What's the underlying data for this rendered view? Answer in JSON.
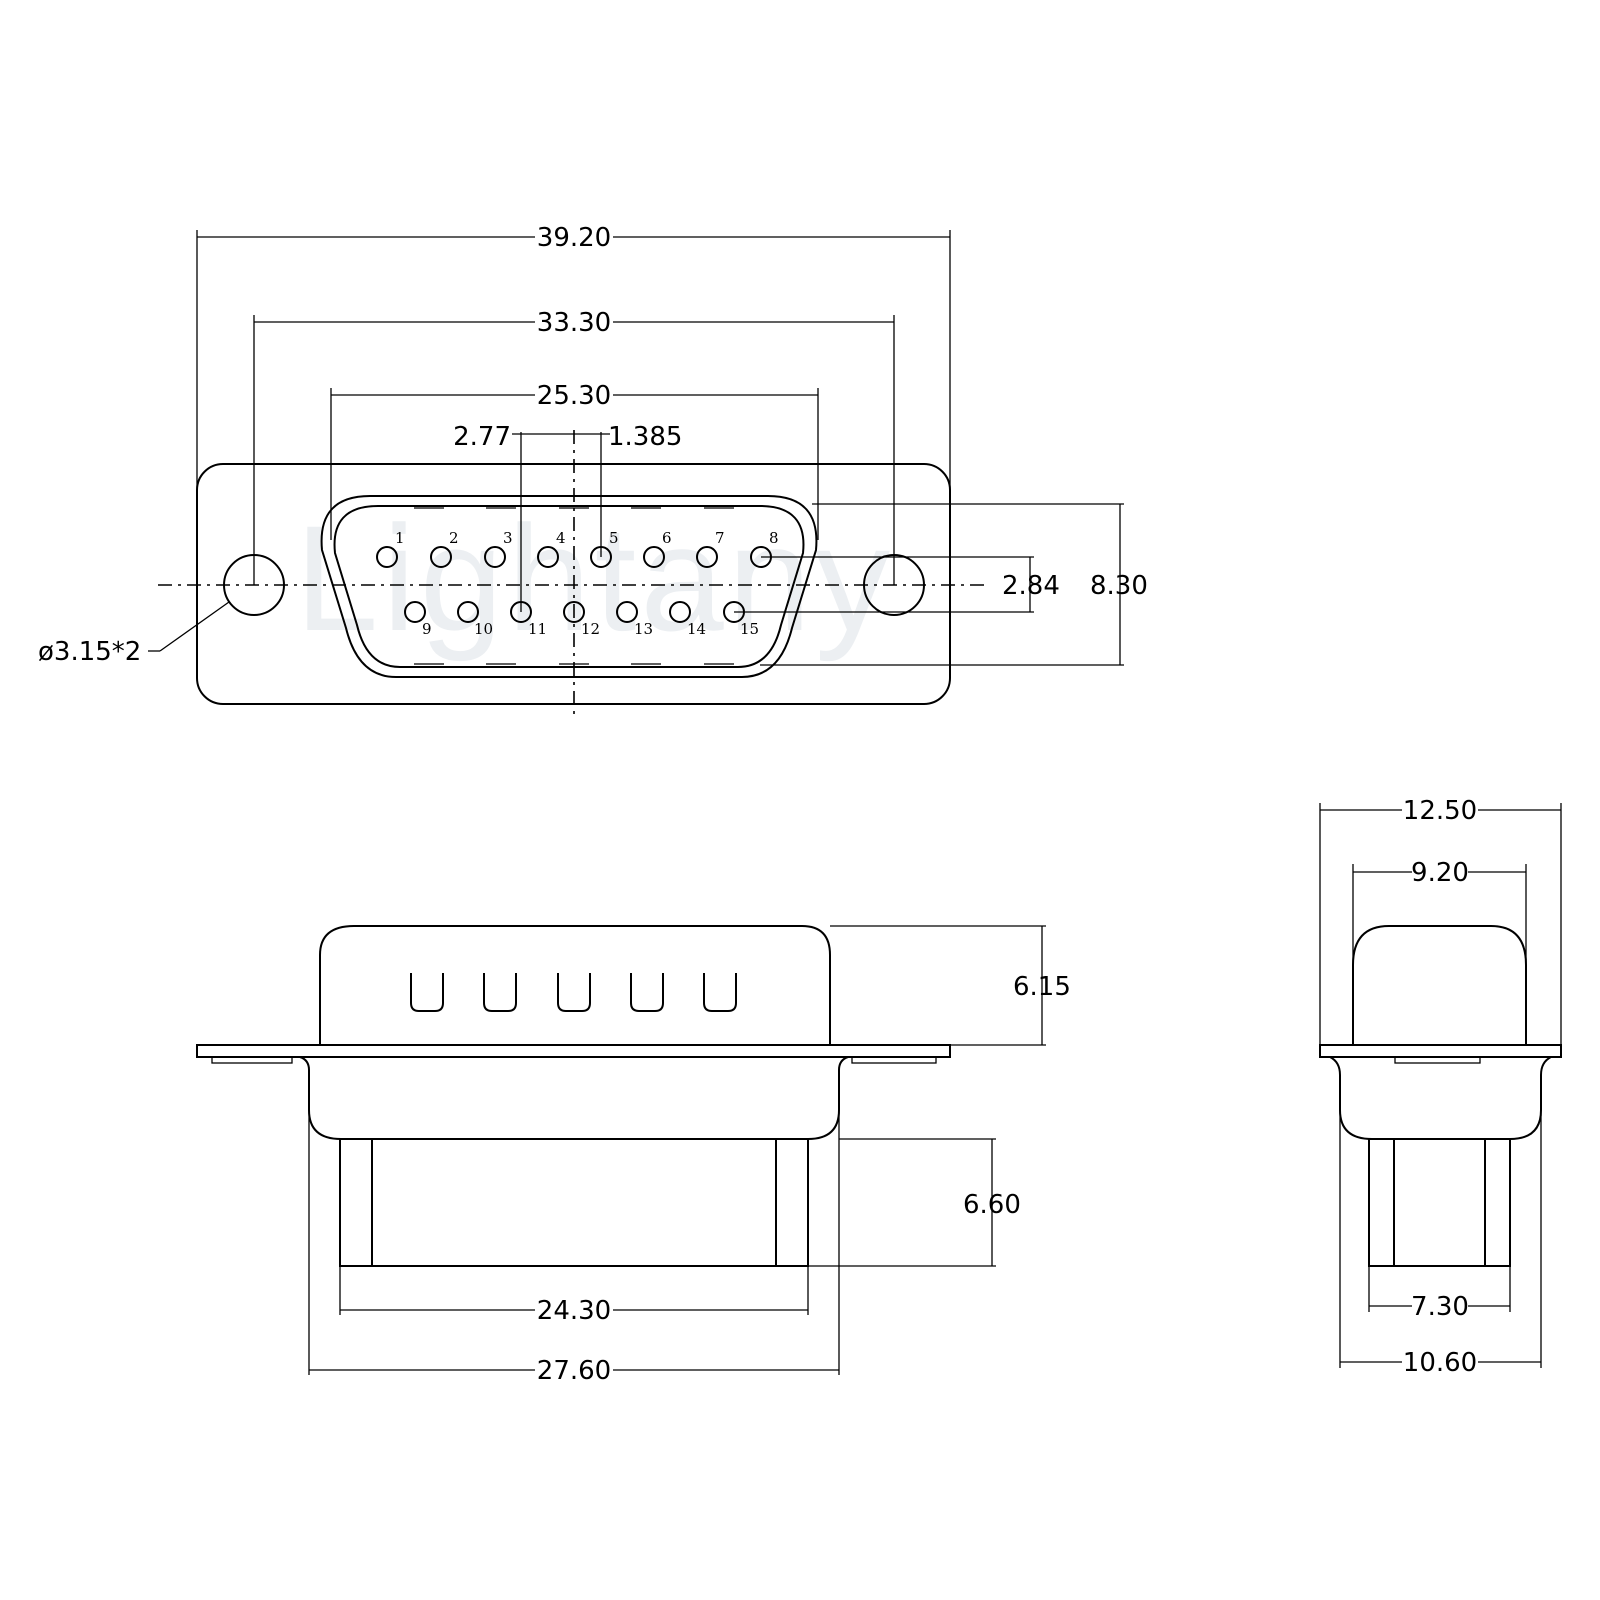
{
  "watermark": "Lightany",
  "front_view": {
    "dimensions": {
      "overall_width": "39.20",
      "hole_spacing": "33.30",
      "shell_width": "25.30",
      "pin_pitch": "2.77",
      "half_pitch": "1.385",
      "row_spacing": "2.84",
      "shell_height": "8.30",
      "hole_note": "ø3.15*2"
    },
    "pins_row1": [
      "1",
      "2",
      "3",
      "4",
      "5",
      "6",
      "7",
      "8"
    ],
    "pins_row2": [
      "9",
      "10",
      "11",
      "12",
      "13",
      "14",
      "15"
    ]
  },
  "side_view": {
    "dimensions": {
      "top_height": "6.15",
      "bottom_height": "6.60",
      "inner_width": "24.30",
      "outer_width": "27.60"
    }
  },
  "end_view": {
    "dimensions": {
      "overall": "12.50",
      "top": "9.20",
      "bottom_inner": "7.30",
      "bottom_outer": "10.60"
    }
  }
}
